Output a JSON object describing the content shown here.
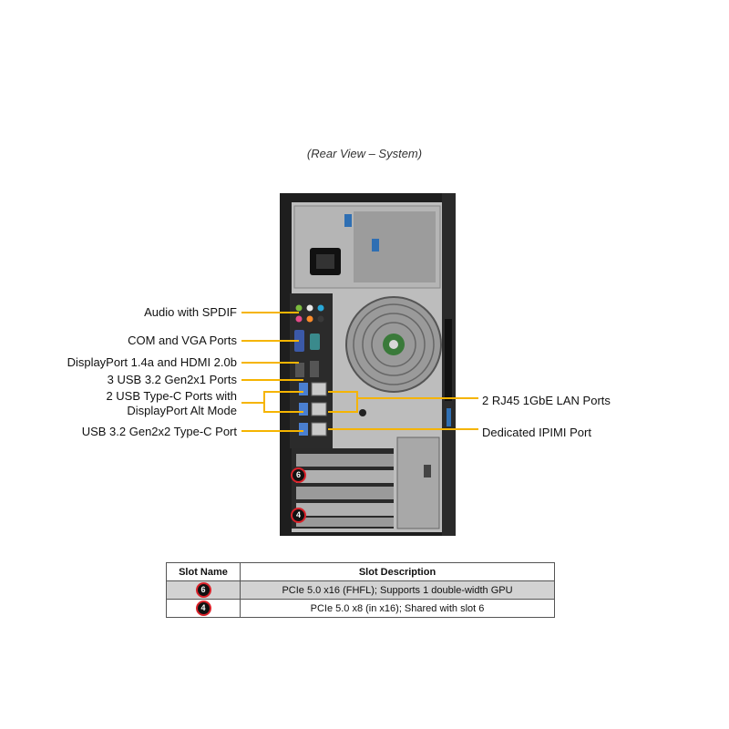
{
  "caption": "(Rear View – System)",
  "callouts_left": [
    {
      "id": "audio",
      "text": "Audio with SPDIF"
    },
    {
      "id": "com-vga",
      "text": "COM and VGA Ports"
    },
    {
      "id": "dp-hdmi",
      "text": "DisplayPort 1.4a and HDMI 2.0b"
    },
    {
      "id": "usb32",
      "text": "3 USB 3.2 Gen2x1  Ports"
    },
    {
      "id": "usbc-line1",
      "text": "2 USB Type-C Ports with"
    },
    {
      "id": "usbc-line2",
      "text": "DisplayPort Alt Mode"
    },
    {
      "id": "usb-gen2x2",
      "text": "USB 3.2 Gen2x2 Type-C Port"
    }
  ],
  "callouts_right": [
    {
      "id": "rj45",
      "text": "2 RJ45 1GbE LAN Ports"
    },
    {
      "id": "ipmi",
      "text": "Dedicated IPIMI  Port"
    }
  ],
  "slot_badges": [
    "6",
    "4"
  ],
  "table": {
    "headers": [
      "Slot Name",
      "Slot Description"
    ],
    "rows": [
      {
        "slot": "6",
        "description": "PCIe 5.0 x16 (FHFL);  Supports 1 double-width  GPU"
      },
      {
        "slot": "4",
        "description": "PCIe 5.0 x8 (in x16);  Shared  with slot 6"
      }
    ]
  },
  "colors": {
    "callout_line": "#f5b400",
    "badge_ring": "#d9222a",
    "chassis": "#1e1e1e",
    "table_shade": "#d3d3d3"
  }
}
